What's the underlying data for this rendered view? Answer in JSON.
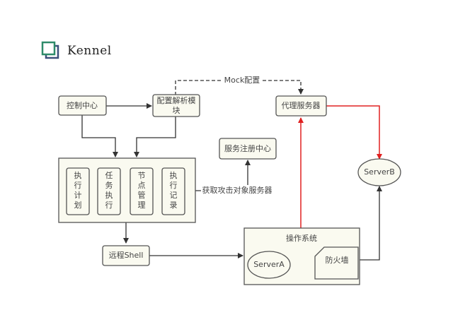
{
  "header": {
    "title": "Kennel",
    "logo_icon": "overlapping-squares-icon"
  },
  "colors": {
    "node_fill": "#fafaf0",
    "node_stroke": "#555555",
    "edge": "#333333",
    "edge_highlight": "#e02020",
    "logo_front": "#2e8b6a",
    "logo_back": "#3b4f7a"
  },
  "nodes": {
    "control_center": "控制中心",
    "config_parser": [
      "配置解析模",
      "块"
    ],
    "proxy_server": "代理服务器",
    "service_registry": "服务注册中心",
    "executor_group": {
      "items": [
        [
          "执",
          "行",
          "计",
          "划"
        ],
        [
          "任",
          "务",
          "执",
          "行"
        ],
        [
          "节",
          "点",
          "管",
          "理"
        ],
        [
          "执",
          "行",
          "记",
          "录"
        ]
      ]
    },
    "remote_shell": "远程Shell",
    "os_group": {
      "label": "操作系统",
      "server_a": "ServerA",
      "firewall": "防火墙"
    },
    "server_b": "ServerB"
  },
  "edges": {
    "mock_config": "Mock配置",
    "get_target_servers": "获取攻击对象服务器"
  }
}
